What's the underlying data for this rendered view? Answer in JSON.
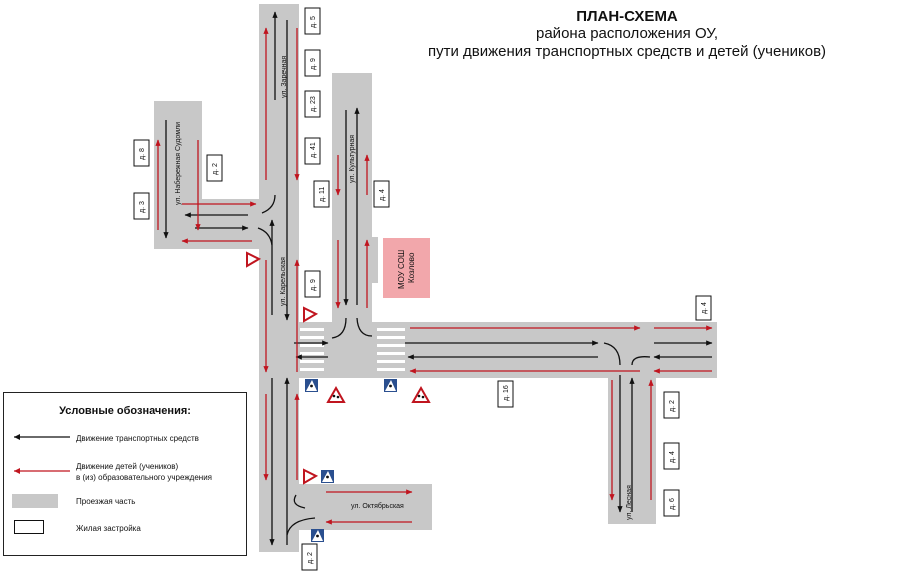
{
  "title": {
    "line1": "ПЛАН-СХЕМА",
    "line2": "района расположения ОУ,",
    "line3": "пути движения транспортных средств и детей (учеников)"
  },
  "streets": {
    "zarechnaya": "ул. Заречная",
    "naberezhnaya": "ул. Набережная Судомли",
    "kulturnaya": "ул. Культурная",
    "karelskaya": "ул. Карельская",
    "oktyabrskaya": "ул. Октябрьская",
    "lesnaya": "ул. Лесная"
  },
  "houses": {
    "h5": "д. 5",
    "h9a": "д. 9",
    "h23": "д. 23",
    "h41": "д. 41",
    "h8": "д. 8",
    "h2a": "д. 2",
    "h3": "д. 3",
    "h11": "д. 11",
    "h4a": "д. 4",
    "h9b": "д. 9",
    "h4b": "д. 4",
    "h16": "д. 16",
    "h2b": "д. 2",
    "h4c": "д. 4",
    "h6": "д. 6",
    "h2c": "д. 2"
  },
  "school": {
    "line1": "МОУ СОШ",
    "line2": "Козлово"
  },
  "legend": {
    "heading": "Условные обозначения:",
    "vehicles": "Движение транспортных средств",
    "children1": "Движение детей (учеников)",
    "children2": "в (из) образовательного учреждения",
    "road": "Проезжая часть",
    "housing": "Жилая застройка"
  },
  "colors": {
    "road": "#c8c8c8",
    "vehicle": "#111111",
    "children": "#c0151f",
    "school": "#f2a7ab",
    "sign": "#2a4f8f"
  },
  "icons": [
    "yield-sign",
    "pedestrian-crossing-sign",
    "children-warning-sign"
  ]
}
